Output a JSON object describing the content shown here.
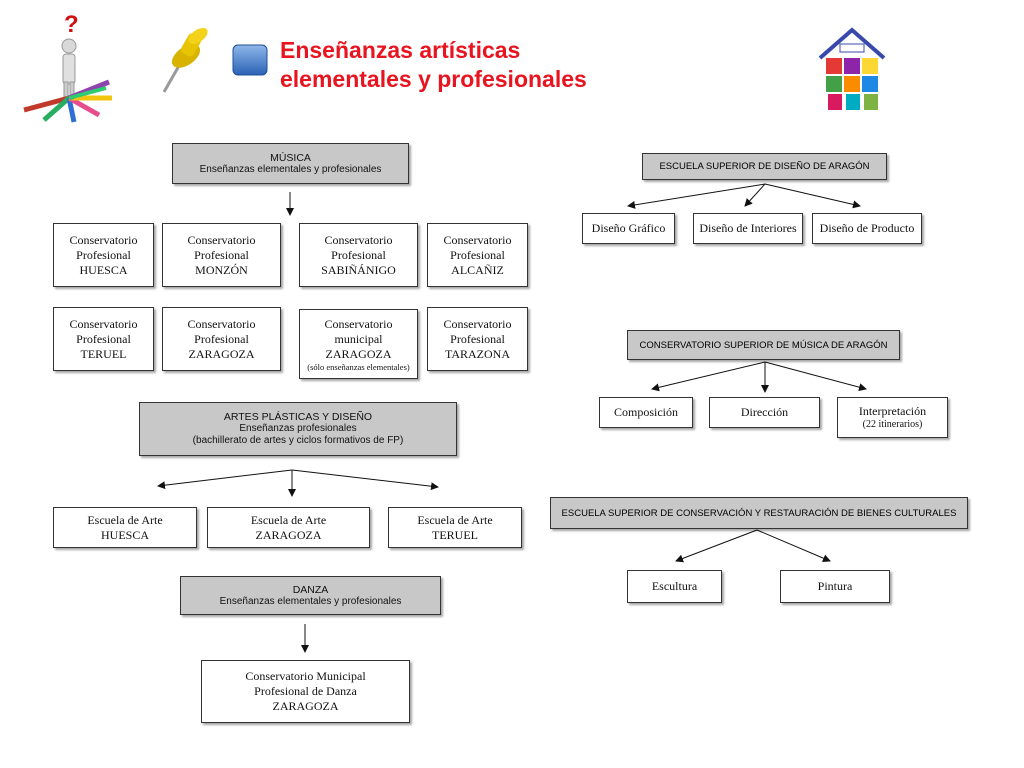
{
  "slide": {
    "title_line1": "Enseñanzas artísticas",
    "title_line2": "elementales y profesionales"
  },
  "icons": [
    "person-arrows-icon",
    "pushpin-icon",
    "blue-button-icon",
    "school-house-logo-icon"
  ],
  "colors": {
    "title": "#e8141f",
    "header_fill": "#c8c8c8"
  },
  "musica": {
    "header": {
      "line1": "MÚSICA",
      "line2": "Enseñanzas elementales y profesionales"
    },
    "schools": [
      {
        "l1": "Conservatorio",
        "l2": "Profesional",
        "l3": "HUESCA"
      },
      {
        "l1": "Conservatorio",
        "l2": "Profesional",
        "l3": "MONZÓN"
      },
      {
        "l1": "Conservatorio",
        "l2": "Profesional",
        "l3": "SABIÑÁNIGO"
      },
      {
        "l1": "Conservatorio",
        "l2": "Profesional",
        "l3": "ALCAÑIZ"
      },
      {
        "l1": "Conservatorio",
        "l2": "Profesional",
        "l3": "TERUEL"
      },
      {
        "l1": "Conservatorio",
        "l2": "Profesional",
        "l3": "ZARAGOZA"
      },
      {
        "l1": "Conservatorio",
        "l2": "municipal",
        "l3": "ZARAGOZA",
        "note": "(sólo enseñanzas elementales)"
      },
      {
        "l1": "Conservatorio",
        "l2": "Profesional",
        "l3": "TARAZONA"
      }
    ]
  },
  "artes": {
    "header": {
      "line1": "ARTES PLÁSTICAS Y DISEÑO",
      "line2": "Enseñanzas profesionales",
      "line3": "(bachillerato de artes y ciclos formativos de FP)"
    },
    "schools": [
      {
        "l1": "Escuela de Arte",
        "l2": "HUESCA"
      },
      {
        "l1": "Escuela de Arte",
        "l2": "ZARAGOZA"
      },
      {
        "l1": "Escuela de Arte",
        "l2": "TERUEL"
      }
    ]
  },
  "danza": {
    "header": {
      "line1": "DANZA",
      "line2": "Enseñanzas elementales y profesionales"
    },
    "school": {
      "l1": "Conservatorio Municipal",
      "l2": "Profesional de Danza",
      "l3": "ZARAGOZA"
    }
  },
  "diseno_superior": {
    "header": "ESCUELA SUPERIOR DE DISEÑO DE ARAGÓN",
    "items": [
      "Diseño Gráfico",
      "Diseño de Interiores",
      "Diseño de Producto"
    ]
  },
  "musica_superior": {
    "header": "CONSERVATORIO SUPERIOR DE MÚSICA DE ARAGÓN",
    "items": [
      "Composición",
      "Dirección",
      "Interpretación"
    ],
    "interpretacion_note": "(22 itinerarios)"
  },
  "conservacion_superior": {
    "header": "ESCUELA SUPERIOR DE CONSERVACIÓN Y RESTAURACIÓN DE BIENES CULTURALES",
    "items": [
      "Escultura",
      "Pintura"
    ]
  }
}
